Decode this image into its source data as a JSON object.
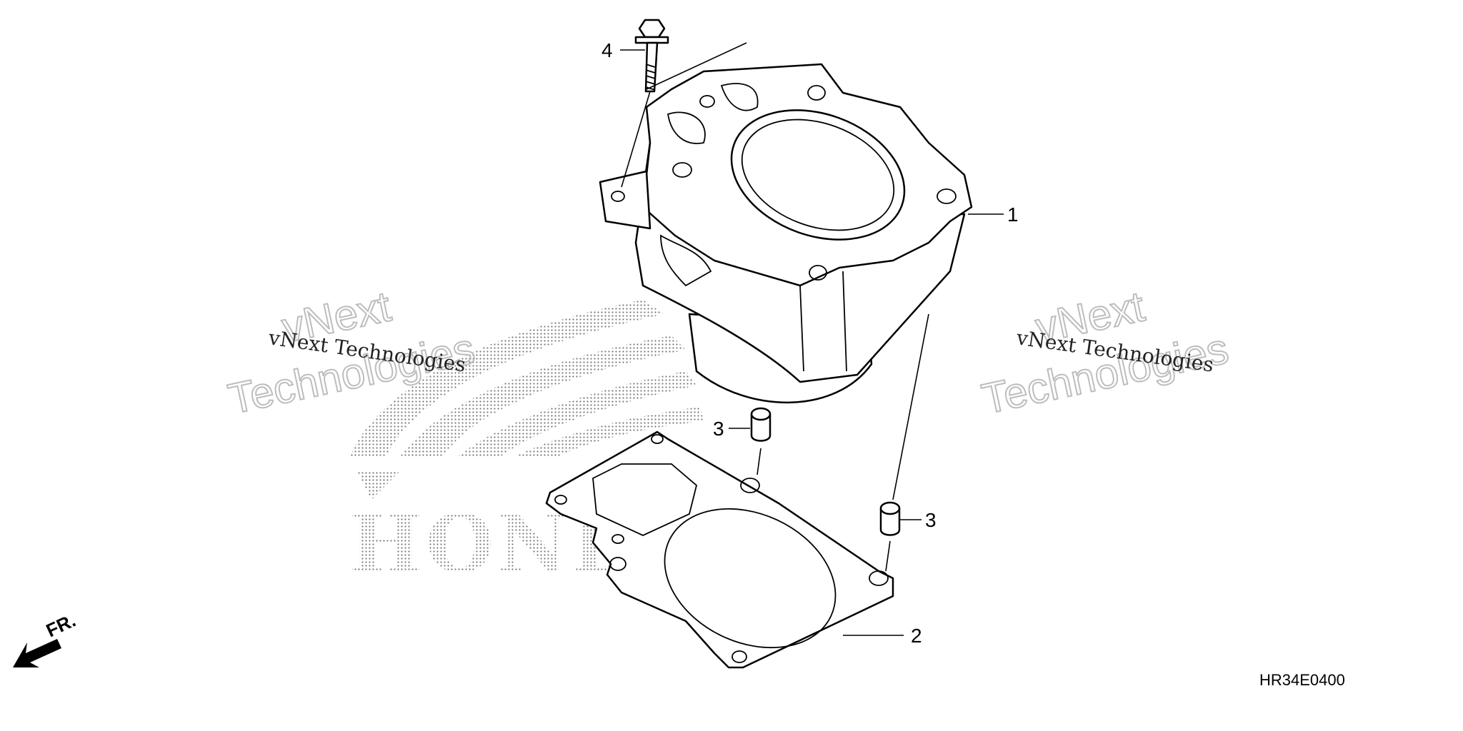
{
  "callouts": {
    "cylinder": "1",
    "gasket": "2",
    "dowel_pin_upper": "3",
    "dowel_pin_lower": "3",
    "bolt": "4"
  },
  "diagram_code": "HR34E0400",
  "front_label": "FR.",
  "watermark": {
    "left_small": "vNext Technologies",
    "left_line1": "vNext",
    "left_line2": "Technologies",
    "right_small": "vNext Technologies",
    "right_line1": "vNext",
    "right_line2": "Technologies"
  },
  "brand_watermark": "HONDA",
  "icons": [
    "front-direction-arrow-icon",
    "honda-wing-logo-icon"
  ],
  "colors": {
    "line": "#000000",
    "watermark_outline": "#bdbdbd",
    "background": "#ffffff"
  }
}
